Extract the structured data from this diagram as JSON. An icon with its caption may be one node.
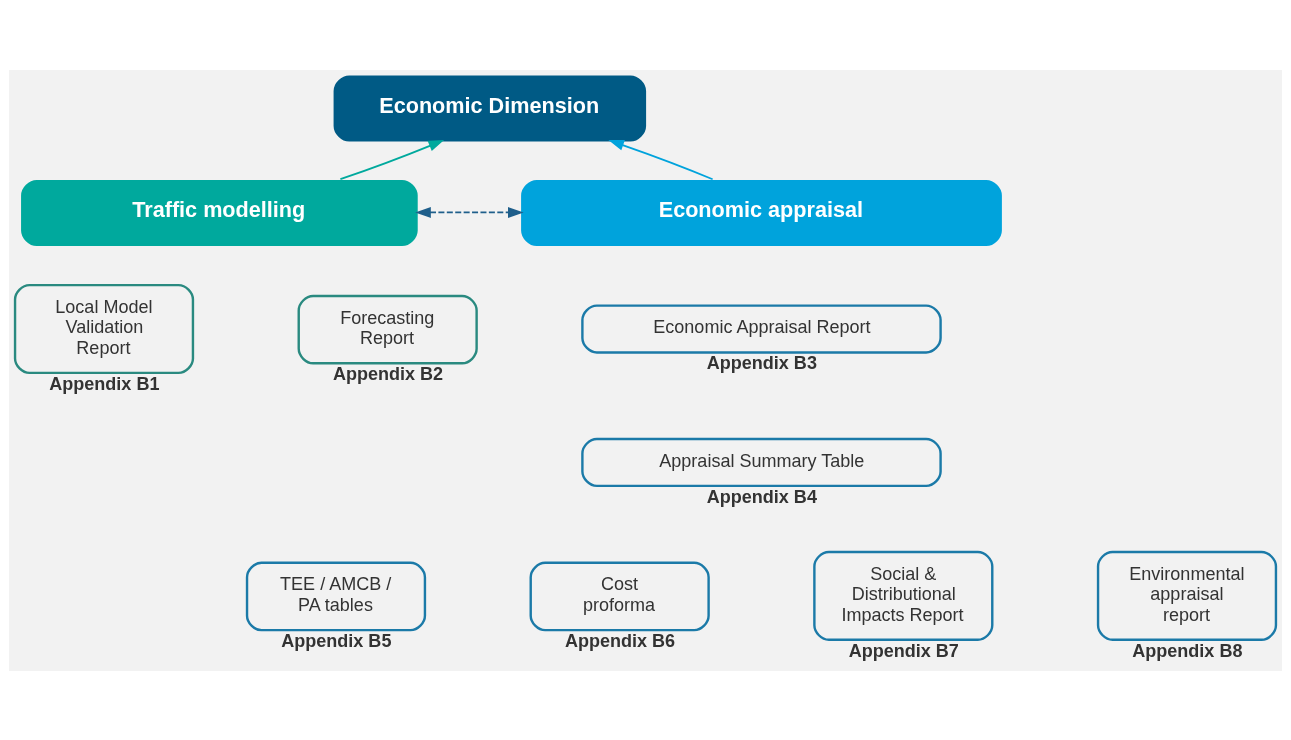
{
  "diagram": {
    "nodes": [
      {
        "text": [
          "Economic Dimension"
        ]
      },
      {
        "text": [
          "Traffic modelling"
        ]
      },
      {
        "text": [
          "Economic appraisal"
        ]
      },
      {
        "text": [
          "Local Model Validation Report"
        ],
        "beside": [
          "Appendix B1"
        ]
      },
      {
        "text": [
          "Forecasting Report"
        ],
        "beside": [
          "Appendix B2"
        ]
      },
      {
        "text": [
          "Economic Appraisal Report"
        ],
        "beside": [
          "Appendix B3"
        ]
      },
      {
        "text": [
          "Appraisal Summary Table"
        ],
        "beside": [
          "Appendix B4"
        ]
      },
      {
        "text": [
          "TEE / AMCB / PA tables"
        ],
        "beside": [
          "Appendix B5"
        ]
      },
      {
        "text": [
          "Cost proforma"
        ],
        "beside": [
          "Appendix B6"
        ]
      },
      {
        "text": [
          "Social & Distributional Impacts Report"
        ],
        "beside": [
          "Appendix B7"
        ]
      },
      {
        "text": [
          "Environmental appraisal report"
        ],
        "beside": [
          "Appendix B8"
        ]
      }
    ],
    "edges": [
      {
        "from": 1,
        "to": 0,
        "arrow": "to",
        "color": "#00a99d"
      },
      {
        "from": 2,
        "to": 0,
        "arrow": "to",
        "color": "#00a3dc"
      },
      {
        "from": 1,
        "to": 2,
        "arrow": "both",
        "style": "dashed",
        "color": "#1f5f8b"
      }
    ]
  }
}
